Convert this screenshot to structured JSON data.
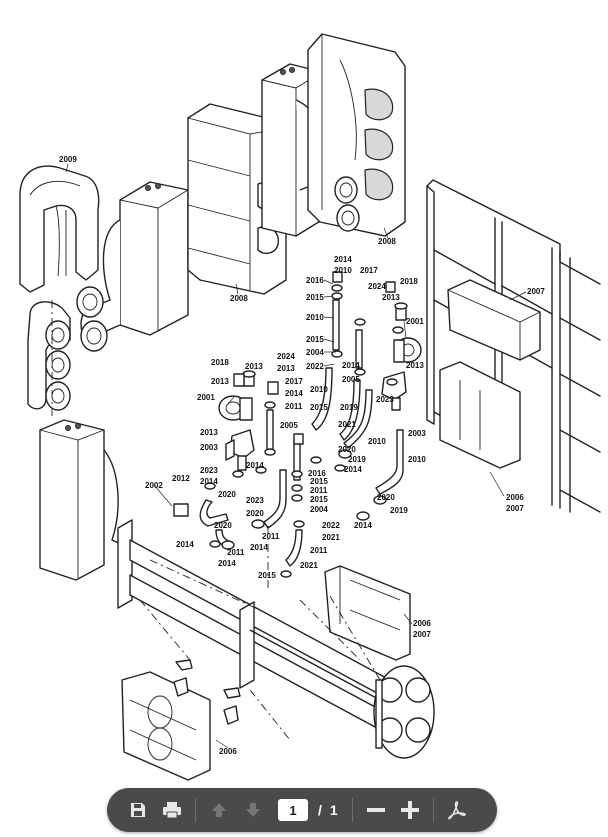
{
  "document": {
    "labels": {
      "l2009": "2009",
      "l2008a": "2008",
      "l2008b": "2008",
      "l2007a": "2007",
      "l2007b": "2007",
      "l2007c": "2007",
      "l2006a": "2006",
      "l2006b": "2006",
      "l2006c": "2006",
      "l2001a": "2001",
      "l2001b": "2001",
      "l2002": "2002",
      "l2003a": "2003",
      "l2003b": "2003",
      "l2004a": "2004",
      "l2004b": "2004",
      "l2005a": "2005",
      "l2005b": "2005",
      "l2010a": "2010",
      "l2010b": "2010",
      "l2010c": "2010",
      "l2010d": "2010",
      "l2010e": "2010",
      "l2011a": "2011",
      "l2011b": "2011",
      "l2011c": "2011",
      "l2011d": "2011",
      "l2011e": "2011",
      "l2012": "2012",
      "l2013a": "2013",
      "l2013b": "2013",
      "l2013c": "2013",
      "l2013d": "2013",
      "l2013e": "2013",
      "l2014a": "2014",
      "l2014b": "2014",
      "l2014c": "2014",
      "l2014d": "2014",
      "l2014e": "2014",
      "l2014f": "2014",
      "l2014g": "2014",
      "l2014h": "2014",
      "l2014i": "2014",
      "l2014j": "2014",
      "l2015a": "2015",
      "l2015b": "2015",
      "l2015c": "2015",
      "l2015d": "2015",
      "l2015e": "2015",
      "l2015f": "2015",
      "l2016a": "2016",
      "l2016b": "2016",
      "l2017a": "2017",
      "l2017b": "2017",
      "l2018a": "2018",
      "l2018b": "2018",
      "l2019a": "2019",
      "l2019b": "2019",
      "l2019c": "2019",
      "l2020a": "2020",
      "l2020b": "2020",
      "l2020c": "2020",
      "l2020d": "2020",
      "l2020e": "2020",
      "l2021a": "2021",
      "l2021b": "2021",
      "l2021c": "2021",
      "l2022a": "2022",
      "l2022b": "2022",
      "l2023a": "2023",
      "l2023b": "2023",
      "l2023c": "2023",
      "l2024a": "2024",
      "l2024b": "2024"
    }
  },
  "toolbar": {
    "current_page": "1",
    "slash": "/",
    "total_pages": "1",
    "icons": {
      "save": "save-icon",
      "print": "print-icon",
      "prev": "arrow-up-icon",
      "next": "arrow-down-icon",
      "zoom_out": "minus-icon",
      "zoom_in": "plus-icon",
      "acrobat": "acrobat-icon"
    }
  }
}
